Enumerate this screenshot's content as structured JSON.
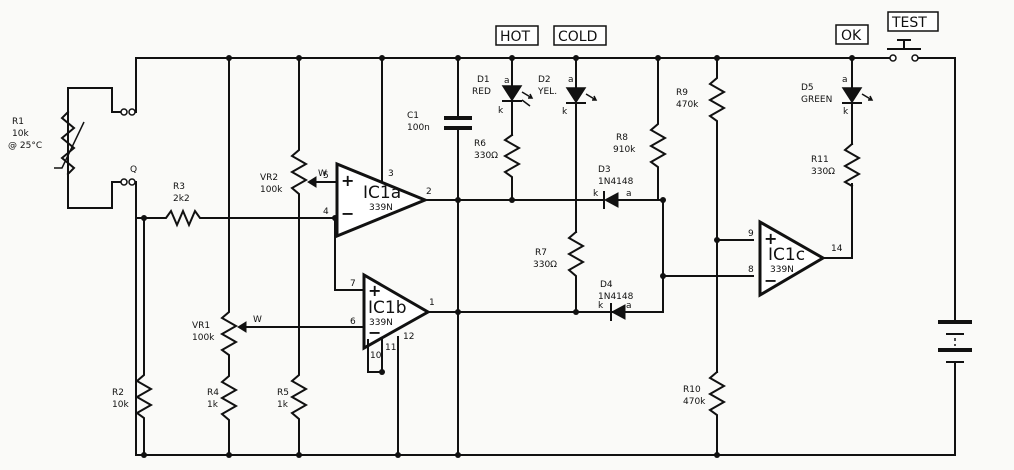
{
  "indicators": {
    "hot": "HOT",
    "cold": "COLD",
    "ok": "OK",
    "test": "TEST"
  },
  "components": {
    "r1": {
      "ref": "R1",
      "value": "10k",
      "note": "@ 25°C"
    },
    "r2": {
      "ref": "R2",
      "value": "10k"
    },
    "r3": {
      "ref": "R3",
      "value": "2k2"
    },
    "r4": {
      "ref": "R4",
      "value": "1k"
    },
    "r5": {
      "ref": "R5",
      "value": "1k"
    },
    "r6": {
      "ref": "R6",
      "value": "330Ω"
    },
    "r7": {
      "ref": "R7",
      "value": "330Ω"
    },
    "r8": {
      "ref": "R8",
      "value": "910k"
    },
    "r9": {
      "ref": "R9",
      "value": "470k"
    },
    "r10": {
      "ref": "R10",
      "value": "470k"
    },
    "r11": {
      "ref": "R11",
      "value": "330Ω"
    },
    "vr1": {
      "ref": "VR1",
      "value": "100k",
      "wiper": "W"
    },
    "vr2": {
      "ref": "VR2",
      "value": "100k",
      "wiper": "W"
    },
    "c1": {
      "ref": "C1",
      "value": "100n"
    },
    "d1": {
      "ref": "D1",
      "value": "RED"
    },
    "d2": {
      "ref": "D2",
      "value": "YEL."
    },
    "d5": {
      "ref": "D5",
      "value": "GREEN"
    },
    "d3": {
      "ref": "D3",
      "value": "1N4148"
    },
    "d4": {
      "ref": "D4",
      "value": "1N4148"
    },
    "ic1a": {
      "name": "IC1a",
      "part": "339N"
    },
    "ic1b": {
      "name": "IC1b",
      "part": "339N"
    },
    "ic1c": {
      "name": "IC1c",
      "part": "339N"
    }
  },
  "pins": {
    "ic1a": {
      "noninv": "5",
      "inv": "4",
      "out": "2",
      "vcc": "3"
    },
    "ic1b": {
      "noninv": "7",
      "inv": "6",
      "out": "1",
      "gnd": "12",
      "p10": "10",
      "p11": "11"
    },
    "ic1c": {
      "noninv": "9",
      "inv": "8",
      "out": "14"
    }
  },
  "nodes": {
    "q": "Q"
  },
  "diode_terminals": {
    "anode": "a",
    "cathode": "k"
  },
  "signs": {
    "plus": "+",
    "minus": "−"
  }
}
